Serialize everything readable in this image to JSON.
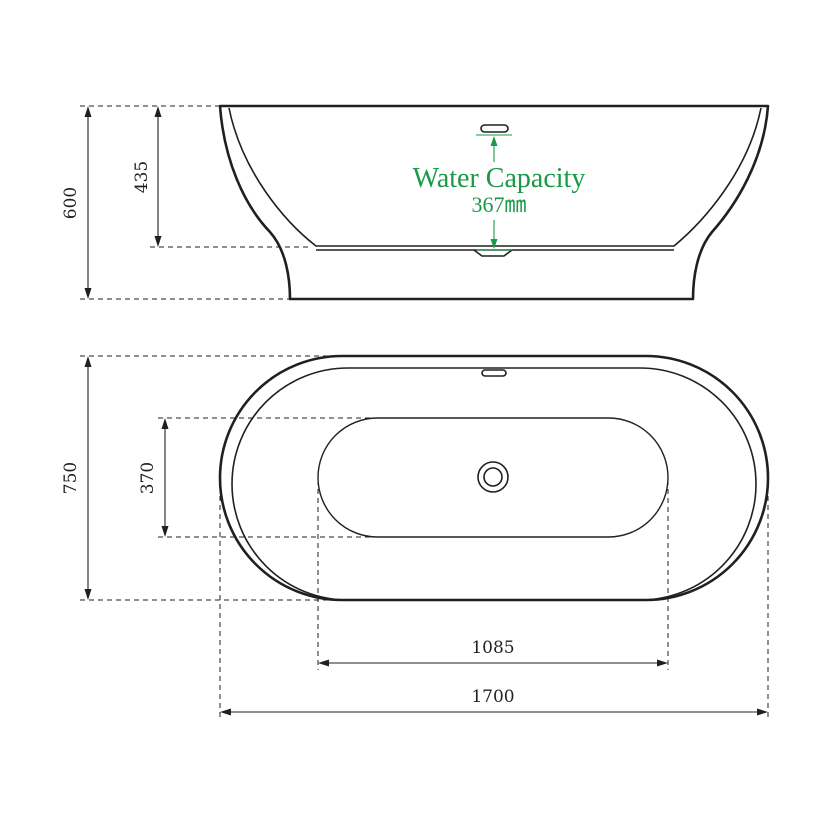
{
  "side_view": {
    "height_label": "600",
    "depth_label": "435",
    "capacity_title": "Water Capacity",
    "capacity_value": "367㎜"
  },
  "top_view": {
    "width_label": "750",
    "inner_width_label": "370",
    "inner_length_label": "1085",
    "length_label": "1700"
  },
  "colors": {
    "line": "#231f20",
    "accent_green": "#1a9a48",
    "background": "#ffffff"
  }
}
